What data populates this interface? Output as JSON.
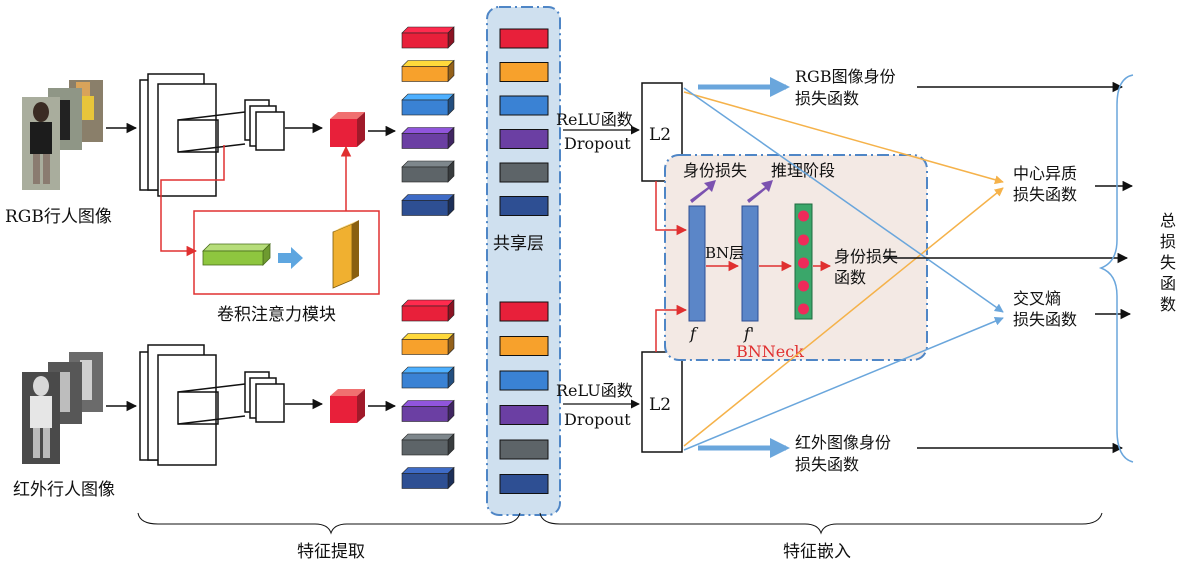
{
  "inputs": {
    "rgb_label": "RGB行人图像",
    "ir_label": "红外行人图像"
  },
  "attention_module": {
    "label": "卷积注意力模块"
  },
  "shared_layer": {
    "label": "共享层"
  },
  "embedding": {
    "relu_label_top": "ReLU函数",
    "dropout_label_top": "Dropout",
    "relu_label_bottom": "ReLU函数",
    "dropout_label_bottom": "Dropout",
    "l2_top": "L2",
    "l2_bottom": "L2"
  },
  "bnneck": {
    "identity_loss_label": "身份损失",
    "inference_label": "推理阶段",
    "bn_layer_label": "BN层",
    "f_label": "f",
    "f_prime_label": "f'",
    "identity_loss_fn_line1": "身份损失",
    "identity_loss_fn_line2": "函数",
    "name": "BNNeck"
  },
  "losses": {
    "rgb_line1": "RGB图像身份",
    "rgb_line2": "损失函数",
    "center_line1": "中心异质",
    "center_line2": "损失函数",
    "ce_line1": "交叉熵",
    "ce_line2": "损失函数",
    "ir_line1": "红外图像身份",
    "ir_line2": "损失函数",
    "total": [
      "总",
      "损",
      "失",
      "函",
      "数"
    ]
  },
  "sections": {
    "feature_extraction": "特征提取",
    "feature_embedding": "特征嵌入"
  },
  "colors": {
    "arrow_black": "#111111",
    "arrow_red": "#e03030",
    "arrow_blue": "#6aa6dc",
    "arrow_orange": "#f5b24a",
    "shared_fill": "#cfe0ef",
    "shared_border": "#4f86c6",
    "bnneck_fill": "#f3e9e4",
    "bn_bar": "#5b86c8",
    "purple": "#7b52b0",
    "stripe_colors": [
      "#e8203a",
      "#f7a12c",
      "#3a82d4",
      "#6b3fa3",
      "#5d6468",
      "#2e4f93"
    ]
  }
}
